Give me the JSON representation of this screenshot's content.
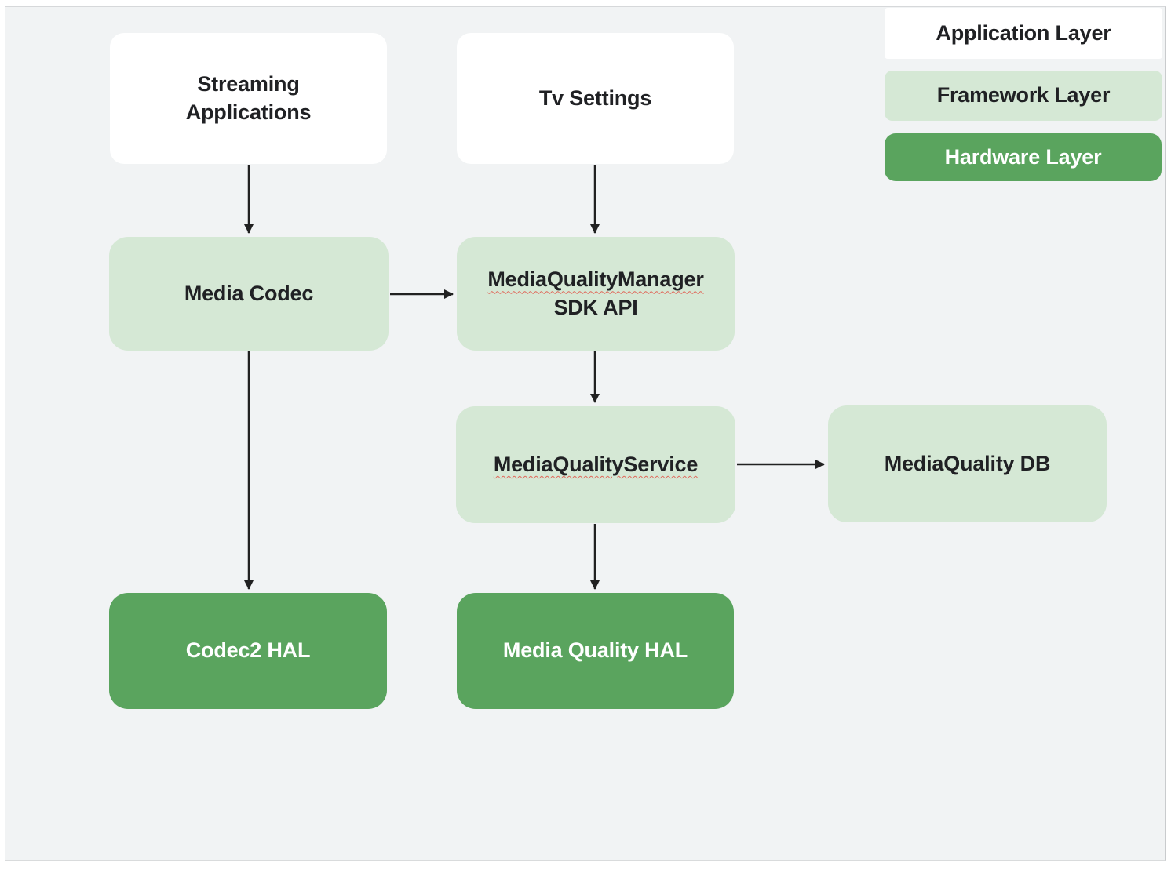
{
  "colors": {
    "panel_background": "#f1f3f4",
    "application_layer": "#ffffff",
    "framework_layer": "#d5e8d5",
    "hardware_layer": "#5aa45e",
    "text_dark": "#202124",
    "text_light": "#ffffff",
    "arrow": "#212121",
    "spellcheck_underline": "#e0685a"
  },
  "legend": {
    "application": "Application Layer",
    "framework": "Framework Layer",
    "hardware": "Hardware Layer"
  },
  "nodes": {
    "streaming_apps": {
      "label": "Streaming Applications",
      "layer": "application"
    },
    "tv_settings": {
      "label": "Tv Settings",
      "layer": "application"
    },
    "media_codec": {
      "label": "Media Codec",
      "layer": "framework"
    },
    "mq_manager": {
      "line1": "MediaQualityManager",
      "line2": "SDK API",
      "layer": "framework"
    },
    "mq_service": {
      "label": "MediaQualityService",
      "layer": "framework"
    },
    "mq_db": {
      "label": "MediaQuality DB",
      "layer": "framework"
    },
    "codec2_hal": {
      "label": "Codec2 HAL",
      "layer": "hardware"
    },
    "mq_hal": {
      "label": "Media Quality HAL",
      "layer": "hardware"
    }
  },
  "edges": [
    {
      "from": "streaming_apps",
      "to": "media_codec"
    },
    {
      "from": "tv_settings",
      "to": "mq_manager"
    },
    {
      "from": "media_codec",
      "to": "mq_manager"
    },
    {
      "from": "mq_manager",
      "to": "mq_service"
    },
    {
      "from": "mq_service",
      "to": "mq_db"
    },
    {
      "from": "mq_service",
      "to": "mq_hal"
    },
    {
      "from": "media_codec",
      "to": "codec2_hal"
    }
  ]
}
